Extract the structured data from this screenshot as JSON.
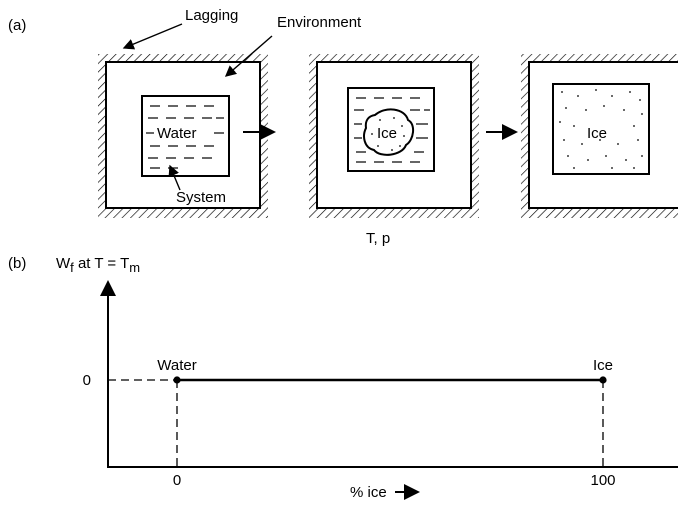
{
  "part_a": {
    "tag": "(a)",
    "labels": {
      "lagging": "Lagging",
      "environment": "Environment",
      "system": "System",
      "conditions": "T, p"
    },
    "stages": [
      {
        "content": "Water"
      },
      {
        "content": "Ice"
      },
      {
        "content": "Ice"
      }
    ]
  },
  "part_b": {
    "tag": "(b)",
    "y_label_main": "W",
    "y_label_sub": "f",
    "y_label_mid": " at T = T",
    "y_label_sub2": "m",
    "x_label": "% ice",
    "point_start_label": "Water",
    "point_end_label": "Ice"
  },
  "chart_data": {
    "type": "line",
    "x": [
      0,
      100
    ],
    "y": [
      0,
      0
    ],
    "xticks": [
      "0",
      "100"
    ],
    "yticks": [
      "0"
    ],
    "xlabel": "% ice",
    "ylabel": "Wf at T = Tm",
    "annotations": [
      {
        "x": 0,
        "y": 0,
        "text": "Water"
      },
      {
        "x": 100,
        "y": 0,
        "text": "Ice"
      }
    ]
  }
}
